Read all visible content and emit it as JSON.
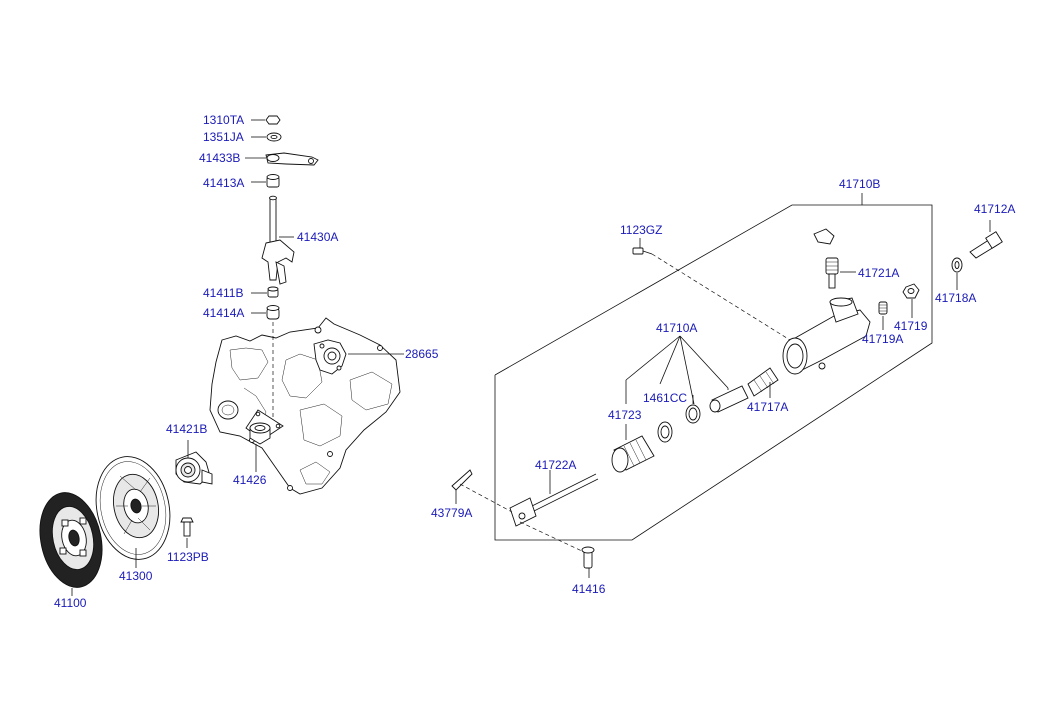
{
  "labels": {
    "p1310TA": "1310TA",
    "p1351JA": "1351JA",
    "p41433B": "41433B",
    "p41413A": "41413A",
    "p41430A": "41430A",
    "p41411B": "41411B",
    "p41414A": "41414A",
    "p28665": "28665",
    "p41421B": "41421B",
    "p41426": "41426",
    "p1123PB": "1123PB",
    "p41300": "41300",
    "p41100": "41100",
    "p41710B": "41710B",
    "p41712A": "41712A",
    "p1123GZ": "1123GZ",
    "p41721A": "41721A",
    "p41718A": "41718A",
    "p41719": "41719",
    "p41719A": "41719A",
    "p41710A": "41710A",
    "p1461CC": "1461CC",
    "p41723": "41723",
    "p41717A": "41717A",
    "p41722A": "41722A",
    "p43779A": "43779A",
    "p41416": "41416"
  },
  "colors": {
    "label": "#1a1ab8",
    "line": "#111111",
    "background": "#ffffff"
  }
}
